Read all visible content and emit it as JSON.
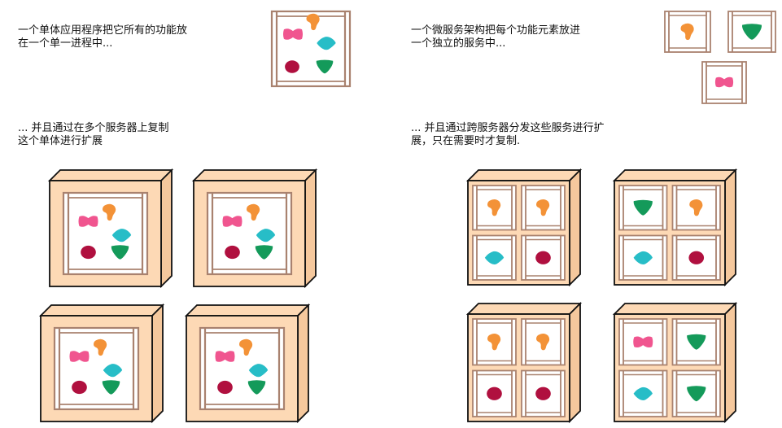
{
  "captions": {
    "monolith_intro": "一个单体应用程序把它所有的功能放\n在一个单一进程中...",
    "microservice_intro": "一个微服务架构把每个功能元素放进\n一个独立的服务中...",
    "monolith_scale": "... 并且通过在多个服务器上复制\n这个单体进行扩展",
    "microservice_scale": "... 并且通过跨服务器分发这些服务进行扩\n展，只在需要时才复制."
  },
  "colors": {
    "frame": "#a9826f",
    "box_face": "#fdd9b5",
    "box_stroke": "#111111",
    "pink": "#f0558f",
    "orange": "#f39237",
    "teal": "#27bdc7",
    "crimson": "#b0103f",
    "green": "#149a5a"
  },
  "icons": [
    "pink-bow-icon",
    "orange-blob-icon",
    "teal-diamond-icon",
    "crimson-circle-icon",
    "green-triangle-icon"
  ]
}
